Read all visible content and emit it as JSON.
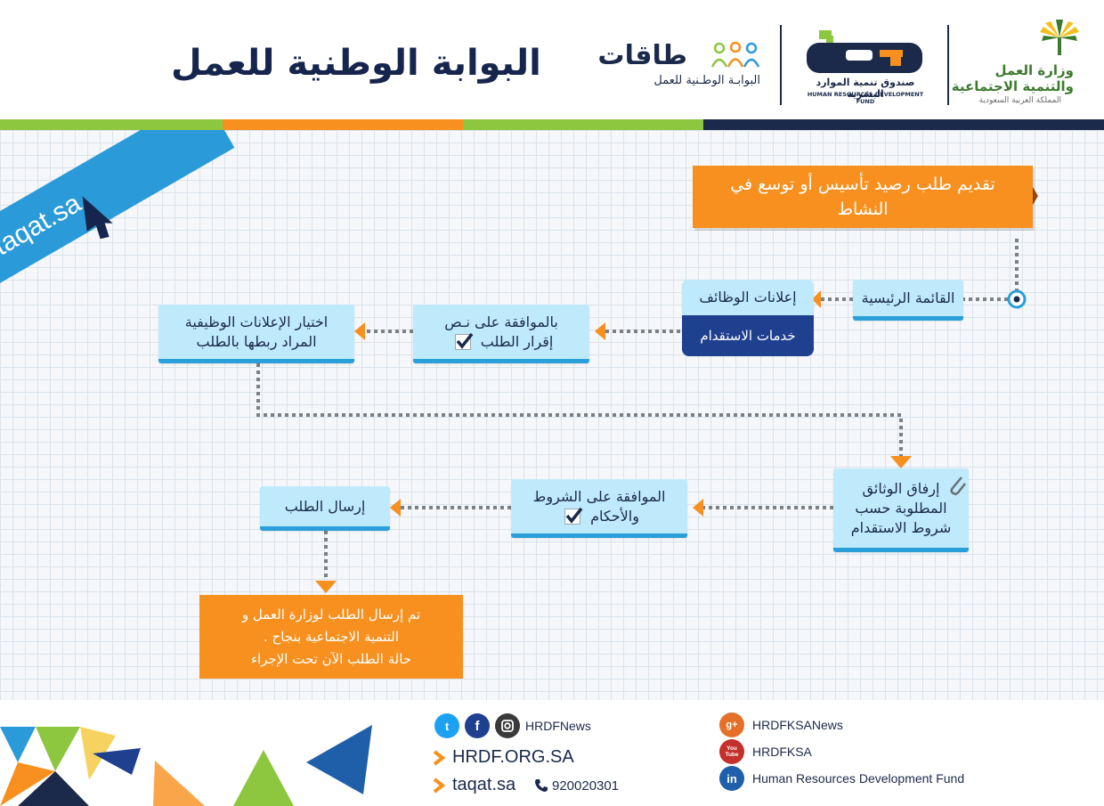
{
  "header": {
    "title": "البوابة الوطنية للعمل",
    "taqat_logo": {
      "word": "طاقات",
      "subtitle": "البوابـة الوطـنية للعمل"
    },
    "hrdf_logo": {
      "arabic": "صندوق تنمية الموارد البشرية",
      "english": "HUMAN RESOURCES DEVELOPMENT FUND"
    },
    "ministry_logo": {
      "name_line1": "وزارة العمل",
      "name_line2": "والتنمية الاجتماعية",
      "country": "المملكة العربية السعودية"
    }
  },
  "colors": {
    "navy": "#16254d",
    "orange": "#f7901e",
    "light_blue": "#bfeafc",
    "blue_border": "#2b9fd9",
    "dark_blue": "#1f3f8f",
    "banner_blue": "#2a9bd8",
    "green": "#8dc63f"
  },
  "banner": {
    "text": "taqat.sa",
    "icon": "cursor-arrow-icon"
  },
  "flow": {
    "start": "تقديم طلب رصيد تأسيس أو توسع في النشاط",
    "main_menu": "القائمة الرئيسية",
    "job_ads": "إعلانات الوظائف",
    "recruitment_services": "خدمات الاستقدام",
    "agree_line1": "بالموافقة على نـص",
    "agree_line2": "إقرار الطلب",
    "choose_line1": "اختيار الإعلانات الوظيفية",
    "choose_line2": "المراد ربطها بالطلب",
    "attach_line1": "إرفاق الوثائق",
    "attach_line2": "المطلوبة حسب",
    "attach_line3": "شروط الاستقدام",
    "terms_line1": "الموافقة على الشروط",
    "terms_line2": "والأحكام",
    "send": "إرسال الطلب",
    "result_line1": "تم إرسال الطلب لوزارة العمل و",
    "result_line2": "التنمية الاجتماعية بنجاح .",
    "result_line3": "حالة الطلب الآن تحت الإجراء"
  },
  "footer": {
    "social_handle": "HRDFNews",
    "website": "HRDF.ORG.SA",
    "portal": "taqat.sa",
    "phone": "920020301",
    "gplus": {
      "icon_text": "g+",
      "handle": "HRDFKSANews"
    },
    "youtube": {
      "icon_text": "You Tube",
      "handle": "HRDFKSA"
    },
    "linkedin": {
      "icon_text": "in",
      "handle": "Human Resources Development Fund"
    },
    "icons": [
      "twitter-icon",
      "facebook-icon",
      "instagram-icon",
      "phone-icon"
    ]
  }
}
